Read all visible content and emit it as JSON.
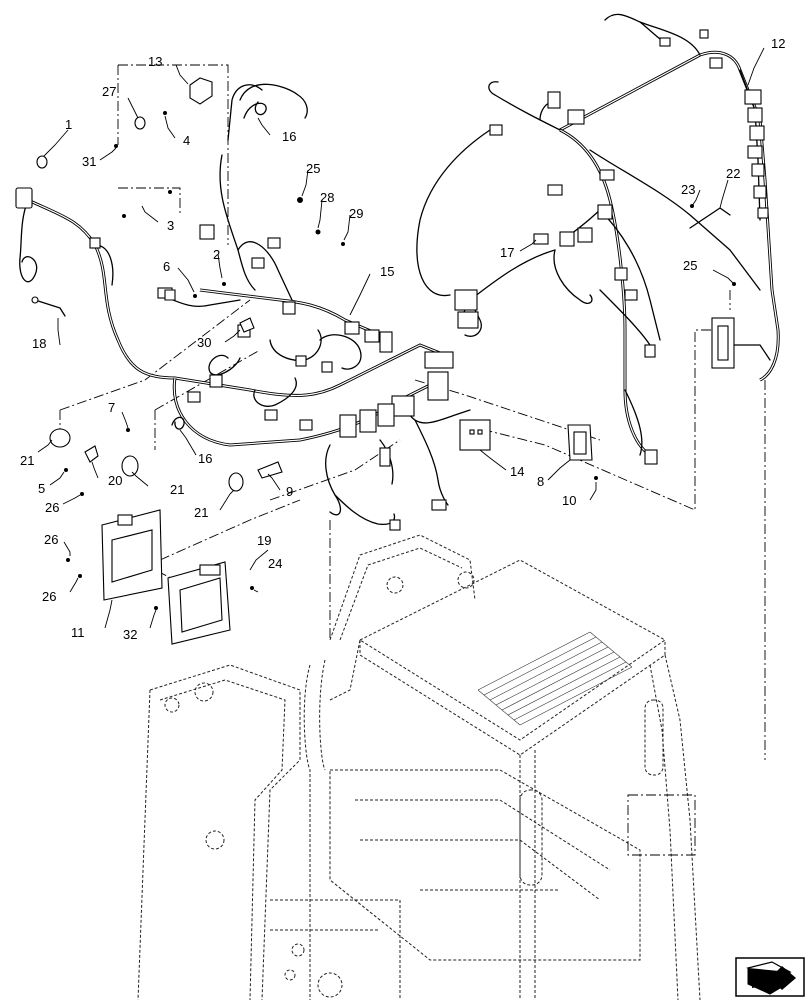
{
  "diagram": {
    "callouts": [
      {
        "id": "c1",
        "text": "1"
      },
      {
        "id": "c2",
        "text": "2"
      },
      {
        "id": "c3",
        "text": "3"
      },
      {
        "id": "c4",
        "text": "4"
      },
      {
        "id": "c5",
        "text": "5"
      },
      {
        "id": "c6",
        "text": "6"
      },
      {
        "id": "c7",
        "text": "7"
      },
      {
        "id": "c8",
        "text": "8"
      },
      {
        "id": "c9",
        "text": "9"
      },
      {
        "id": "c10",
        "text": "10"
      },
      {
        "id": "c11",
        "text": "11"
      },
      {
        "id": "c12",
        "text": "12"
      },
      {
        "id": "c13",
        "text": "13"
      },
      {
        "id": "c14",
        "text": "14"
      },
      {
        "id": "c15",
        "text": "15"
      },
      {
        "id": "c16a",
        "text": "16"
      },
      {
        "id": "c16b",
        "text": "16"
      },
      {
        "id": "c17",
        "text": "17"
      },
      {
        "id": "c18",
        "text": "18"
      },
      {
        "id": "c19",
        "text": "19"
      },
      {
        "id": "c20",
        "text": "20"
      },
      {
        "id": "c21a",
        "text": "21"
      },
      {
        "id": "c21b",
        "text": "21"
      },
      {
        "id": "c21c",
        "text": "21"
      },
      {
        "id": "c22",
        "text": "22"
      },
      {
        "id": "c23",
        "text": "23"
      },
      {
        "id": "c24",
        "text": "24"
      },
      {
        "id": "c25a",
        "text": "25"
      },
      {
        "id": "c25b",
        "text": "25"
      },
      {
        "id": "c26a",
        "text": "26"
      },
      {
        "id": "c26b",
        "text": "26"
      },
      {
        "id": "c26c",
        "text": "26"
      },
      {
        "id": "c27",
        "text": "27"
      },
      {
        "id": "c28",
        "text": "28"
      },
      {
        "id": "c29",
        "text": "29"
      },
      {
        "id": "c30",
        "text": "30"
      },
      {
        "id": "c31",
        "text": "31"
      },
      {
        "id": "c32",
        "text": "32"
      }
    ],
    "orientation_icon": "front-direction-arrow-icon"
  }
}
